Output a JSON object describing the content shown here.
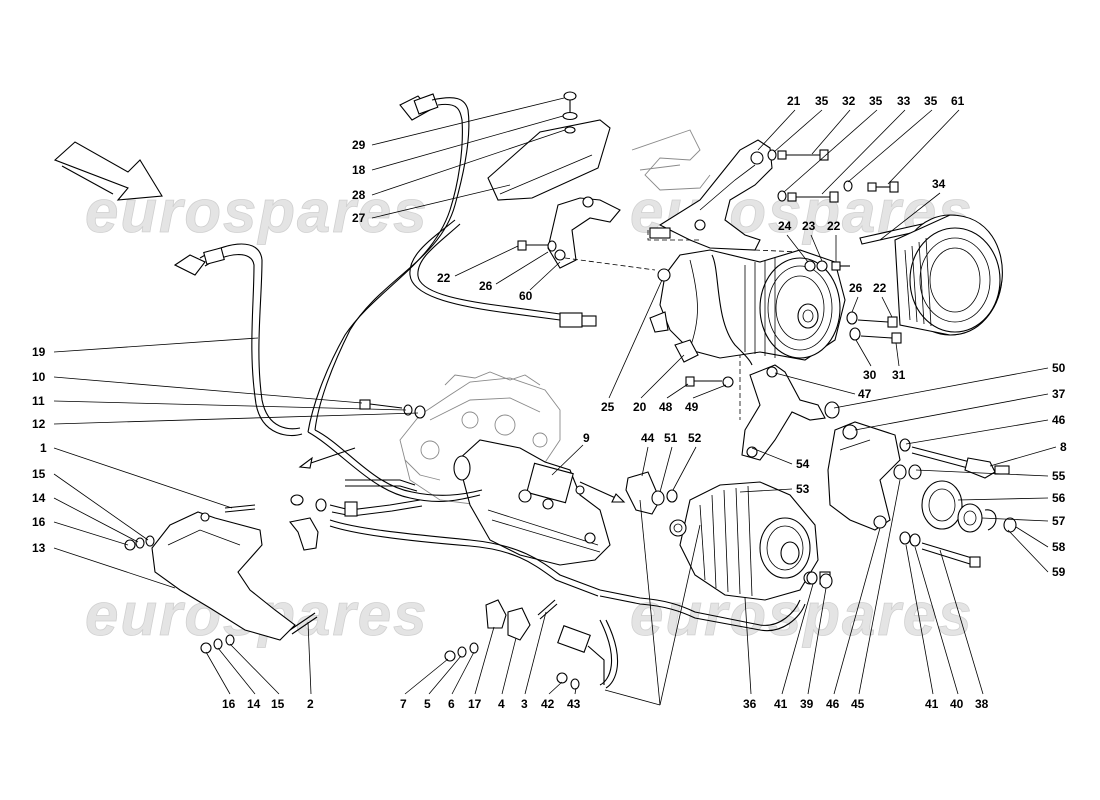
{
  "watermark": {
    "text": "eurospares",
    "color": "#e4e4e4"
  },
  "callouts": [
    {
      "id": "c29",
      "label": "29"
    },
    {
      "id": "c18",
      "label": "18"
    },
    {
      "id": "c28",
      "label": "28"
    },
    {
      "id": "c27",
      "label": "27"
    },
    {
      "id": "c22a",
      "label": "22"
    },
    {
      "id": "c26a",
      "label": "26"
    },
    {
      "id": "c60",
      "label": "60"
    },
    {
      "id": "c21",
      "label": "21"
    },
    {
      "id": "c35a",
      "label": "35"
    },
    {
      "id": "c32",
      "label": "32"
    },
    {
      "id": "c35b",
      "label": "35"
    },
    {
      "id": "c33",
      "label": "33"
    },
    {
      "id": "c35c",
      "label": "35"
    },
    {
      "id": "c61",
      "label": "61"
    },
    {
      "id": "c34",
      "label": "34"
    },
    {
      "id": "c24",
      "label": "24"
    },
    {
      "id": "c23",
      "label": "23"
    },
    {
      "id": "c22b",
      "label": "22"
    },
    {
      "id": "c26b",
      "label": "26"
    },
    {
      "id": "c22c",
      "label": "22"
    },
    {
      "id": "c30",
      "label": "30"
    },
    {
      "id": "c31",
      "label": "31"
    },
    {
      "id": "c25",
      "label": "25"
    },
    {
      "id": "c20",
      "label": "20"
    },
    {
      "id": "c48",
      "label": "48"
    },
    {
      "id": "c49",
      "label": "49"
    },
    {
      "id": "c47",
      "label": "47"
    },
    {
      "id": "c50",
      "label": "50"
    },
    {
      "id": "c37",
      "label": "37"
    },
    {
      "id": "c46a",
      "label": "46"
    },
    {
      "id": "c8",
      "label": "8"
    },
    {
      "id": "c55",
      "label": "55"
    },
    {
      "id": "c56",
      "label": "56"
    },
    {
      "id": "c57",
      "label": "57"
    },
    {
      "id": "c58",
      "label": "58"
    },
    {
      "id": "c59",
      "label": "59"
    },
    {
      "id": "c19",
      "label": "19"
    },
    {
      "id": "c10",
      "label": "10"
    },
    {
      "id": "c11",
      "label": "11"
    },
    {
      "id": "c12",
      "label": "12"
    },
    {
      "id": "c1",
      "label": "1"
    },
    {
      "id": "c15a",
      "label": "15"
    },
    {
      "id": "c14a",
      "label": "14"
    },
    {
      "id": "c16a",
      "label": "16"
    },
    {
      "id": "c13",
      "label": "13"
    },
    {
      "id": "c9",
      "label": "9"
    },
    {
      "id": "c44",
      "label": "44"
    },
    {
      "id": "c51",
      "label": "51"
    },
    {
      "id": "c52",
      "label": "52"
    },
    {
      "id": "c54",
      "label": "54"
    },
    {
      "id": "c53",
      "label": "53"
    },
    {
      "id": "c16b",
      "label": "16"
    },
    {
      "id": "c14b",
      "label": "14"
    },
    {
      "id": "c15b",
      "label": "15"
    },
    {
      "id": "c2",
      "label": "2"
    },
    {
      "id": "c7",
      "label": "7"
    },
    {
      "id": "c5",
      "label": "5"
    },
    {
      "id": "c6",
      "label": "6"
    },
    {
      "id": "c17",
      "label": "17"
    },
    {
      "id": "c4",
      "label": "4"
    },
    {
      "id": "c3",
      "label": "3"
    },
    {
      "id": "c42",
      "label": "42"
    },
    {
      "id": "c43",
      "label": "43"
    },
    {
      "id": "c36",
      "label": "36"
    },
    {
      "id": "c41a",
      "label": "41"
    },
    {
      "id": "c39",
      "label": "39"
    },
    {
      "id": "c46b",
      "label": "46"
    },
    {
      "id": "c45",
      "label": "45"
    },
    {
      "id": "c41b",
      "label": "41"
    },
    {
      "id": "c40",
      "label": "40"
    },
    {
      "id": "c38",
      "label": "38"
    }
  ]
}
